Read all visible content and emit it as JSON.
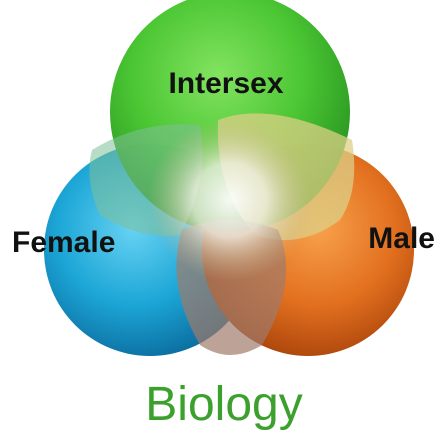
{
  "diagram": {
    "title": "Biology",
    "circles": [
      {
        "label": "Intersex",
        "color": "#3fbf28"
      },
      {
        "label": "Female",
        "color": "#1aa2cf"
      },
      {
        "label": "Male",
        "color": "#e2701f"
      }
    ],
    "title_color": "#3ba12c",
    "center_color": "#ffffff"
  }
}
